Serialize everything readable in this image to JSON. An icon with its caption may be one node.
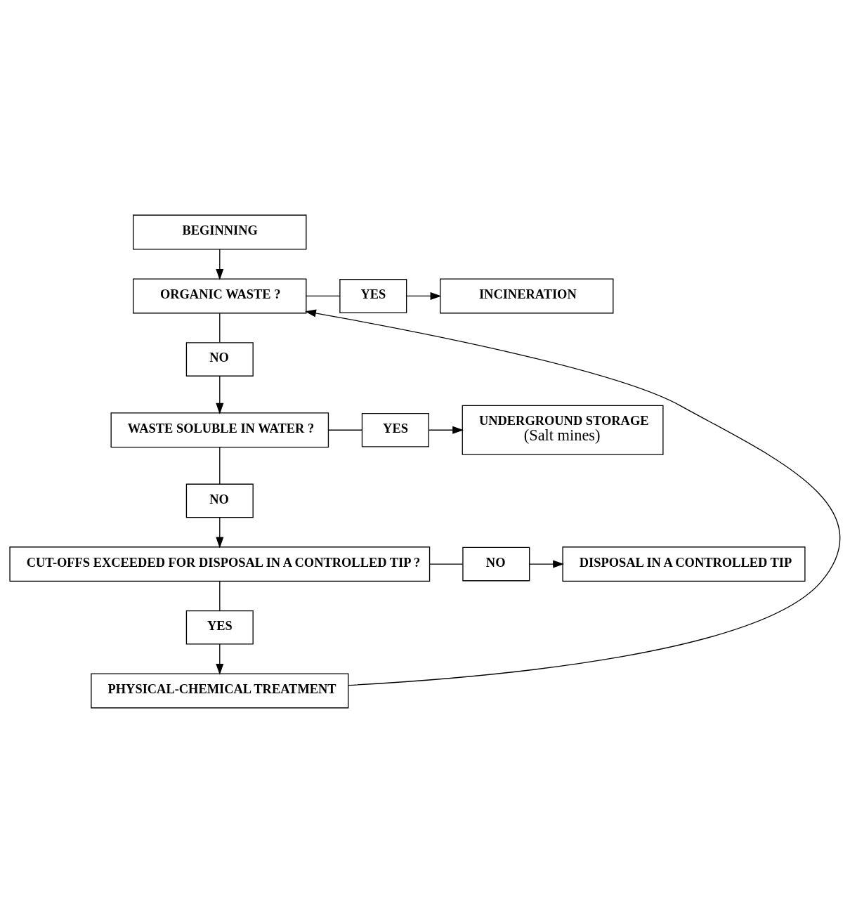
{
  "diagram": {
    "nodes": [
      {
        "text": [
          "BEGINNING"
        ]
      },
      {
        "text": [
          "ORGANIC WASTE ?"
        ]
      },
      {
        "text": [
          "YES"
        ]
      },
      {
        "text": [
          "INCINERATION"
        ]
      },
      {
        "text": [
          "NO"
        ]
      },
      {
        "text": [
          "WASTE SOLUBLE IN WATER ?"
        ]
      },
      {
        "text": [
          "YES"
        ]
      },
      {
        "text": [
          "UNDERGROUND STORAGE",
          "(Salt mines)"
        ]
      },
      {
        "text": [
          "NO"
        ]
      },
      {
        "text": [
          "CUT-OFFS EXCEEDED FOR DISPOSAL IN A CONTROLLED TIP ?"
        ]
      },
      {
        "text": [
          "NO"
        ]
      },
      {
        "text": [
          "DISPOSAL IN A CONTROLLED TIP"
        ]
      },
      {
        "text": [
          "YES"
        ]
      },
      {
        "text": [
          "PHYSICAL-CHEMICAL TREATMENT"
        ]
      }
    ],
    "edges": [
      {
        "from": 0,
        "to": 1,
        "arrow": "to"
      },
      {
        "from": 1,
        "to": 2,
        "arrow": "none"
      },
      {
        "from": 2,
        "to": 3,
        "arrow": "to"
      },
      {
        "from": 1,
        "to": 4,
        "arrow": "none"
      },
      {
        "from": 4,
        "to": 5,
        "arrow": "to"
      },
      {
        "from": 5,
        "to": 6,
        "arrow": "none"
      },
      {
        "from": 6,
        "to": 7,
        "arrow": "to"
      },
      {
        "from": 5,
        "to": 8,
        "arrow": "none"
      },
      {
        "from": 8,
        "to": 9,
        "arrow": "to"
      },
      {
        "from": 9,
        "to": 10,
        "arrow": "none"
      },
      {
        "from": 10,
        "to": 11,
        "arrow": "to"
      },
      {
        "from": 9,
        "to": 12,
        "arrow": "none"
      },
      {
        "from": 12,
        "to": 13,
        "arrow": "to"
      },
      {
        "from": 13,
        "to": 1,
        "arrow": "to"
      }
    ]
  }
}
